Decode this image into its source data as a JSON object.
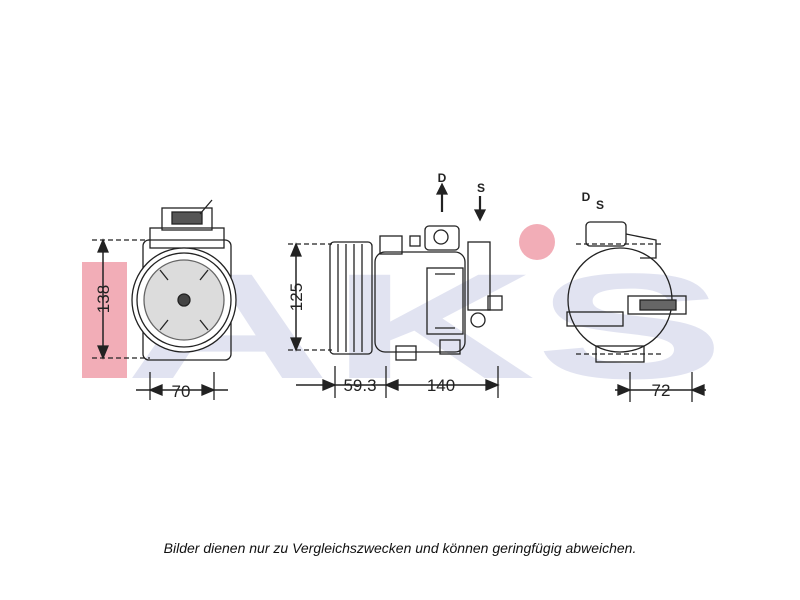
{
  "watermark": {
    "text": "AKS",
    "color": "#e86b7d",
    "secondary_color": "#c9cde6"
  },
  "view_front": {
    "dim_height": "138",
    "dim_width": "70"
  },
  "view_side": {
    "dim_height": "125",
    "dim_offset": "59.3",
    "dim_length": "140",
    "port_discharge": "D",
    "port_suction": "S"
  },
  "view_rear": {
    "dim_width": "72",
    "port_discharge": "D",
    "port_suction": "S"
  },
  "caption": "Bilder dienen nur zu Vergleichszwecken und können geringfügig abweichen."
}
